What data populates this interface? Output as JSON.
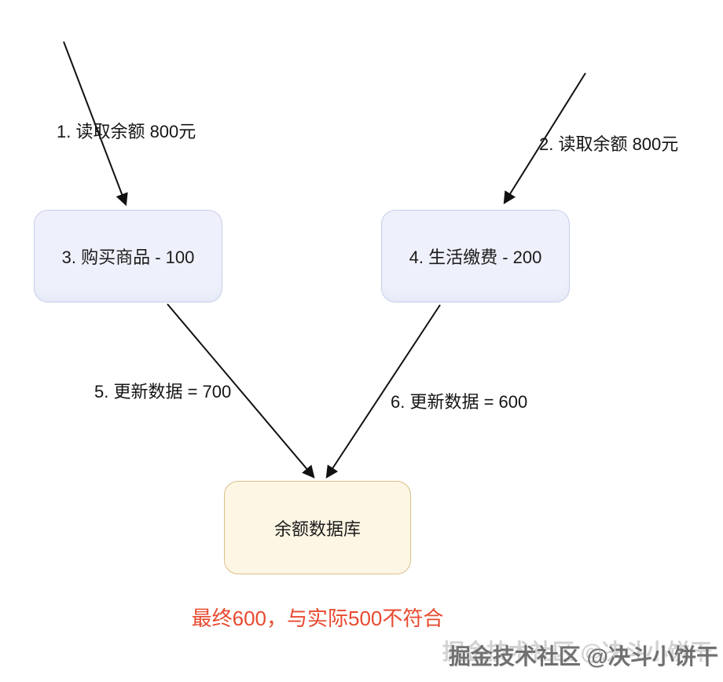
{
  "diagram": {
    "edge_labels": {
      "read1": "1. 读取余额 800元",
      "read2": "2. 读取余额 800元",
      "update1": "5. 更新数据 = 700",
      "update2": "6. 更新数据 = 600"
    },
    "nodes": {
      "buy": "3. 购买商品 - 100",
      "pay": "4. 生活缴费 - 200",
      "db": "余额数据库"
    },
    "conclusion": "最终600，与实际500不符合",
    "colors": {
      "node_blue_fill": "#eef1fb",
      "node_blue_border": "#c7cde9",
      "node_cream_fill": "#fdf6e4",
      "node_cream_border": "#d9bf8a",
      "arrow": "#111111",
      "conclusion_red": "#e84a2f"
    }
  },
  "watermark": {
    "text": "掘金技术社区 @决斗小饼干"
  }
}
